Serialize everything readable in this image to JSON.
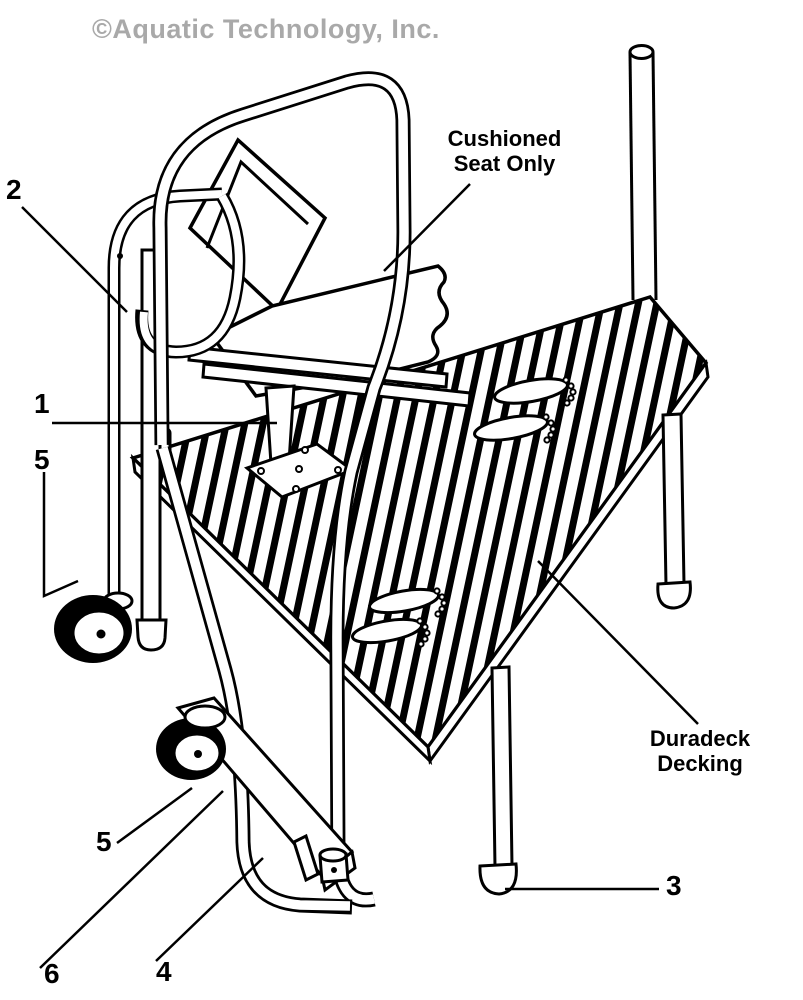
{
  "watermark": "©Aquatic Technology, Inc.",
  "labels": {
    "cushioned_seat": "Cushioned Seat Only",
    "duradeck": "Duradeck Decking"
  },
  "callouts": {
    "part1": "1",
    "part2": "2",
    "part3": "3",
    "part4": "4",
    "part5_upper": "5",
    "part5_lower": "5",
    "part6": "6"
  },
  "colors": {
    "line": "#000000",
    "background": "#ffffff",
    "watermark_gray": "#a9a9a9"
  }
}
